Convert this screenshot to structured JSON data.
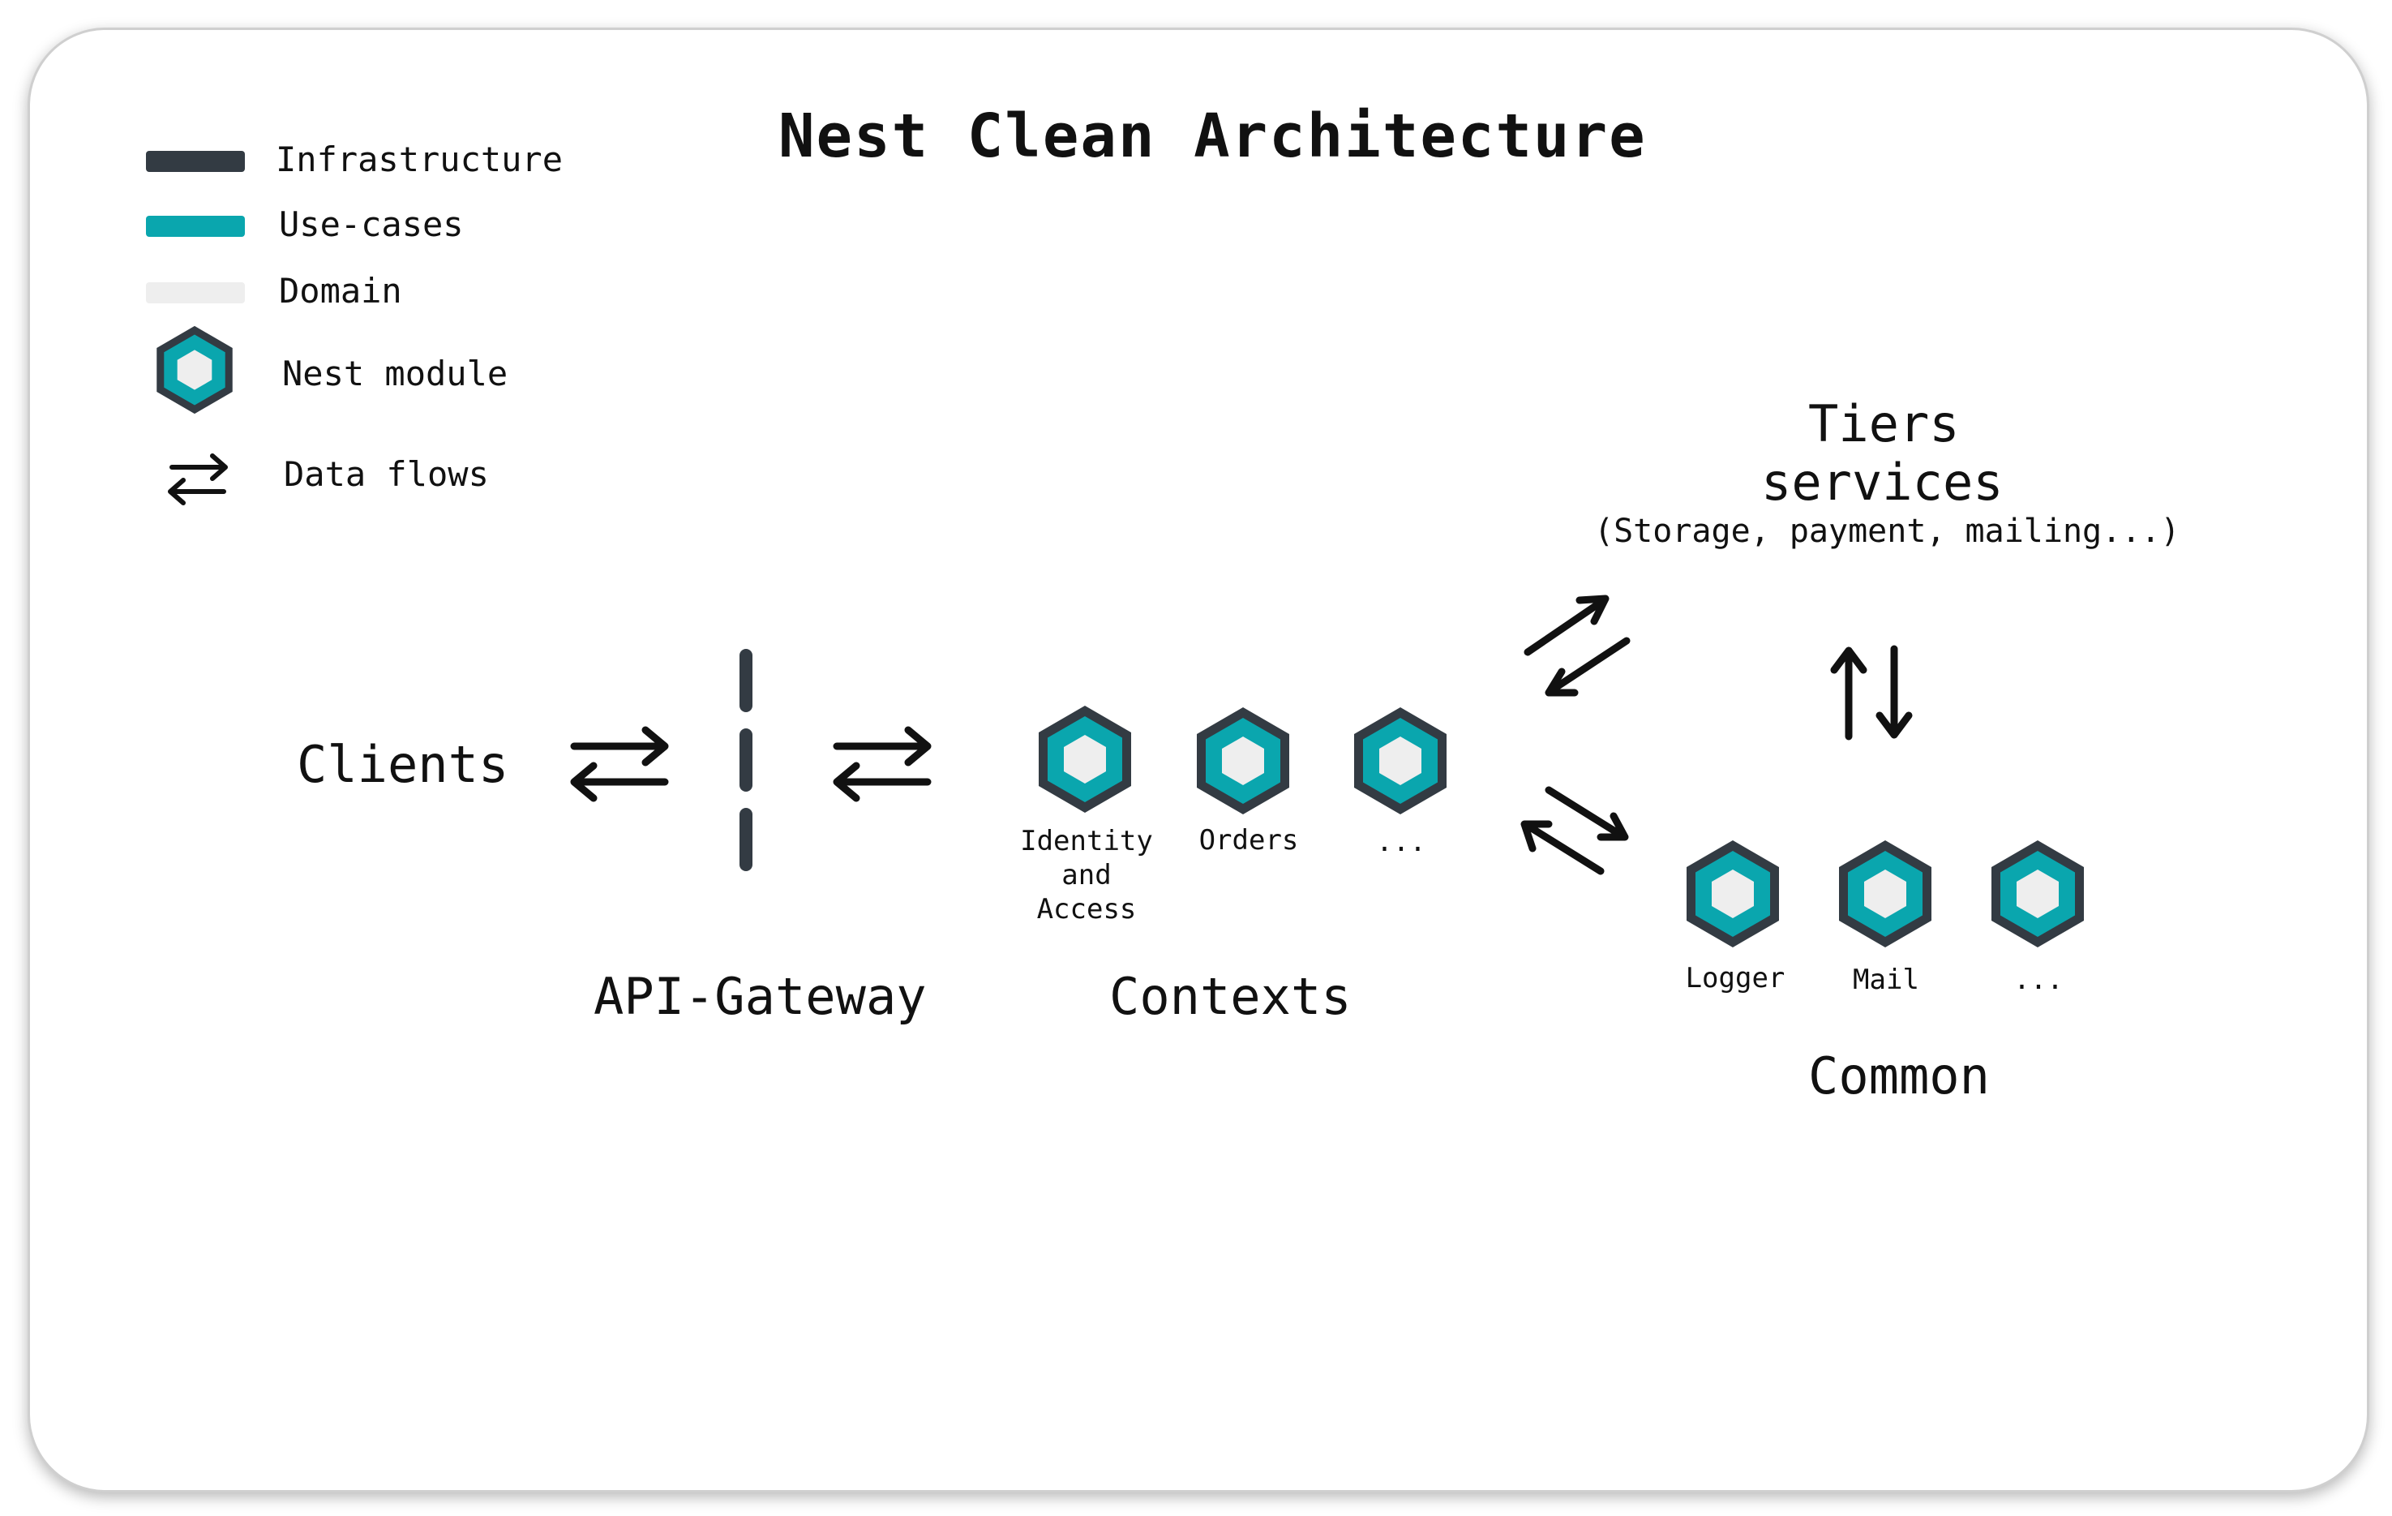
{
  "title": "Nest Clean Architecture",
  "colors": {
    "infrastructure": "#333b43",
    "use_cases": "#0aa6ae",
    "domain": "#eeeeee"
  },
  "legend": [
    {
      "label": "Infrastructure",
      "swatch": "infrastructure"
    },
    {
      "label": "Use-cases",
      "swatch": "use-cases"
    },
    {
      "label": "Domain",
      "swatch": "domain"
    },
    {
      "label": "Nest module",
      "icon": "hexagon-module-icon"
    },
    {
      "label": "Data flows",
      "icon": "bidirectional-arrows-icon"
    }
  ],
  "clients": {
    "label": "Clients"
  },
  "api_gateway": {
    "label": "API-Gateway"
  },
  "contexts": {
    "label": "Contexts",
    "modules": [
      {
        "lines": [
          "Identity",
          "and",
          "Access"
        ]
      },
      {
        "lines": [
          "Orders"
        ]
      },
      {
        "lines": [
          "..."
        ]
      }
    ]
  },
  "tiers": {
    "title_line1": "Tiers",
    "title_line2": "services",
    "subtitle": "(Storage, payment, mailing...)"
  },
  "common": {
    "label": "Common",
    "modules": [
      {
        "lines": [
          "Logger"
        ]
      },
      {
        "lines": [
          "Mail"
        ]
      },
      {
        "lines": [
          "..."
        ]
      }
    ]
  }
}
